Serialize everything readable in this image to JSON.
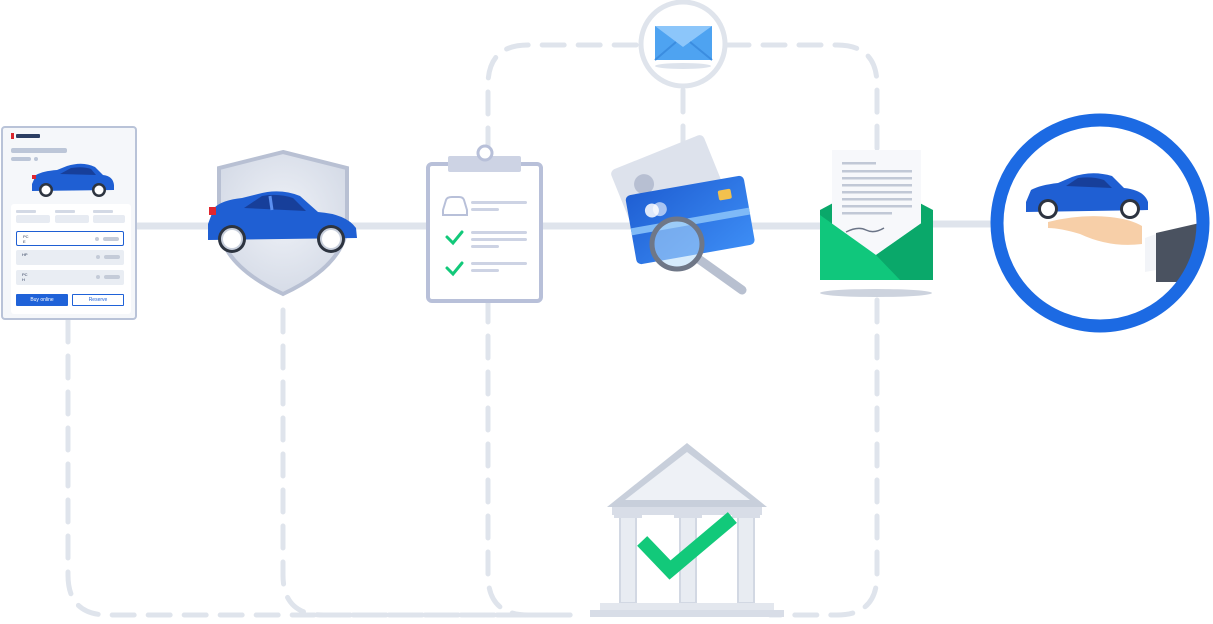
{
  "listing_card": {
    "option_rows": [
      {
        "label": "PC\nE"
      },
      {
        "label": "HP"
      },
      {
        "label": "PC\nH"
      }
    ],
    "buy_online_label": "Buy online",
    "reserve_label": "Reserve"
  },
  "icons": {
    "listing": "car-listing-icon",
    "protection": "car-shield-icon",
    "checklist": "checklist-clipboard-icon",
    "payment": "credit-card-id-check-icon",
    "notification": "mail-icon",
    "contract": "signed-contract-envelope-icon",
    "bank": "bank-approved-icon",
    "handover": "car-handover-icon"
  },
  "colors": {
    "car_blue": "#1f5fd3",
    "accent_green": "#12c97a",
    "connector_gray": "#dfe4ec",
    "ring_blue": "#1c6ae3"
  }
}
